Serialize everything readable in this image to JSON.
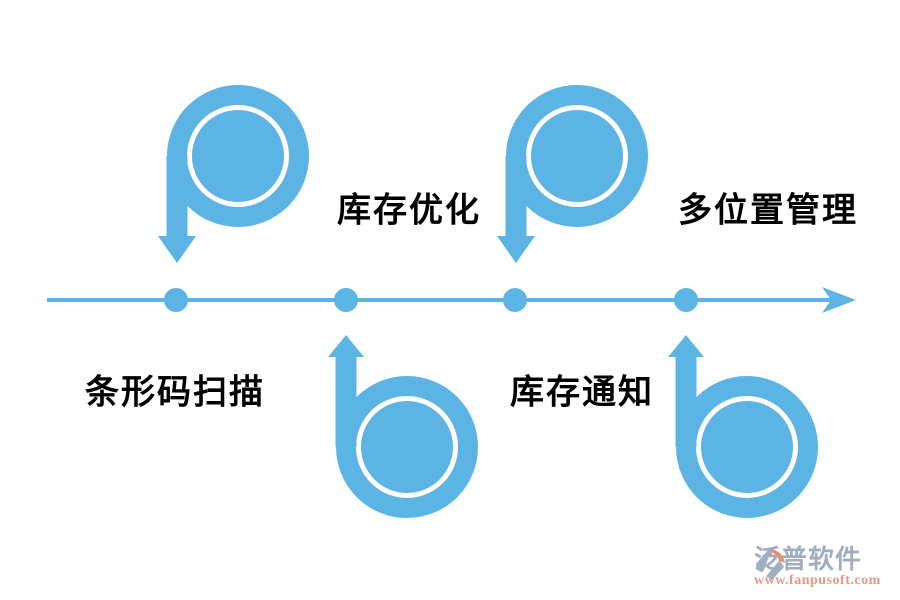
{
  "diagram": {
    "type": "timeline-feature-diagram",
    "topic": "inventory-management-features"
  },
  "colors": {
    "accent": "#5cb4e4",
    "label_color": "#000000",
    "bg": "#ffffff",
    "wm_text": "#8d9cb3",
    "wm_url": "#e0826c",
    "wm_logo_gray": "#8d9cb3",
    "wm_logo_orange": "#e0795c"
  },
  "timeline": {
    "direction": "left-to-right",
    "dot_count": 4
  },
  "milestones": [
    {
      "label": "条形码扫描",
      "marker": "spiral-arrow-down",
      "label_position": "below-axis"
    },
    {
      "label": "库存优化",
      "marker": "spiral-arrow-up",
      "label_position": "above-axis"
    },
    {
      "label": "库存通知",
      "marker": "spiral-arrow-down",
      "label_position": "below-axis"
    },
    {
      "label": "多位置管理",
      "marker": "spiral-arrow-up",
      "label_position": "above-axis"
    }
  ],
  "watermark": {
    "brand": "泛普软件",
    "url": "www.fanpusoft.com"
  }
}
